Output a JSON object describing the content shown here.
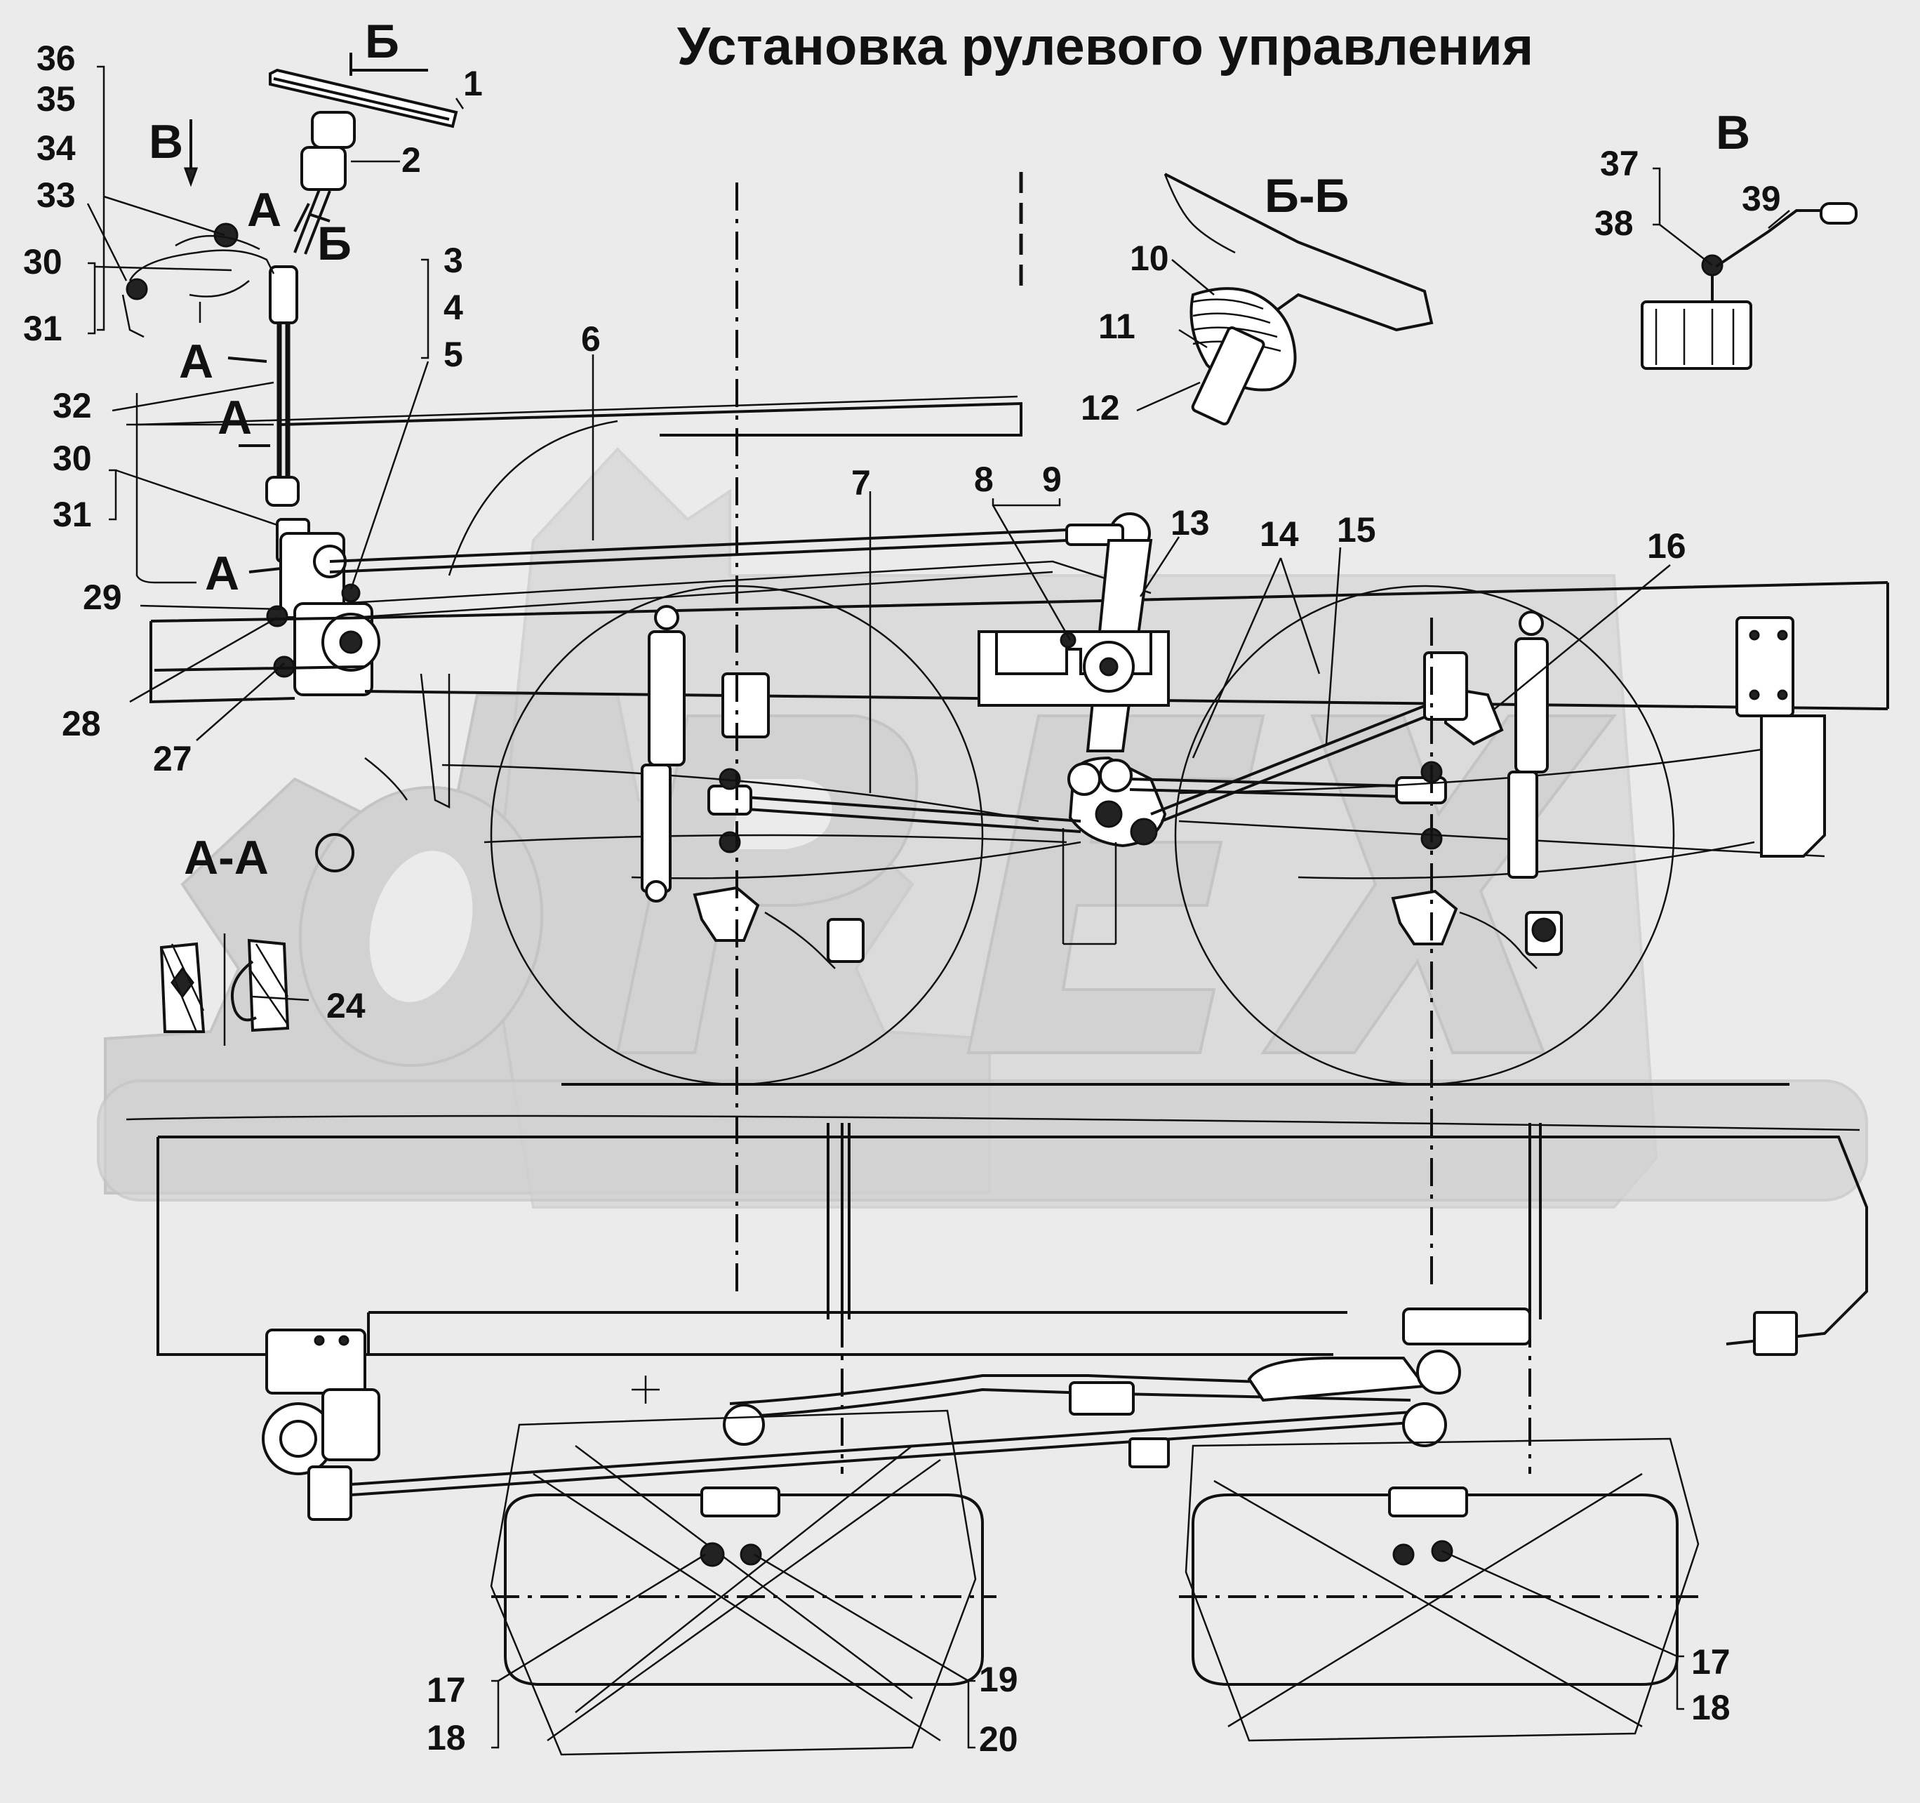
{
  "title": "Установка  рулевого управления",
  "watermark": "OPEX",
  "sections": {
    "b": "Б",
    "b_small": "Б",
    "v_arrow": "В",
    "v_view": "В",
    "bb": "Б-Б",
    "aa": "А-А",
    "a1": "А",
    "a2": "А",
    "a3": "А",
    "a4": "А"
  },
  "callouts": {
    "c1": "1",
    "c2": "2",
    "c3": "3",
    "c4": "4",
    "c5": "5",
    "c6": "6",
    "c7": "7",
    "c8": "8",
    "c9": "9",
    "c10": "10",
    "c11": "11",
    "c12": "12",
    "c13": "13",
    "c14": "14",
    "c15": "15",
    "c16": "16",
    "c17a": "17",
    "c18a": "18",
    "c19": "19",
    "c20": "20",
    "c17b": "17",
    "c18b": "18",
    "c24": "24",
    "c27": "27",
    "c28": "28",
    "c29": "29",
    "c30a": "30",
    "c31a": "31",
    "c30b": "30",
    "c31b": "31",
    "c32": "32",
    "c33": "33",
    "c34": "34",
    "c35": "35",
    "c36": "36",
    "c37": "37",
    "c38": "38",
    "c39": "39"
  },
  "colors": {
    "background": "#ebebeb",
    "line": "#111111",
    "watermark": "#d2d2d2"
  }
}
